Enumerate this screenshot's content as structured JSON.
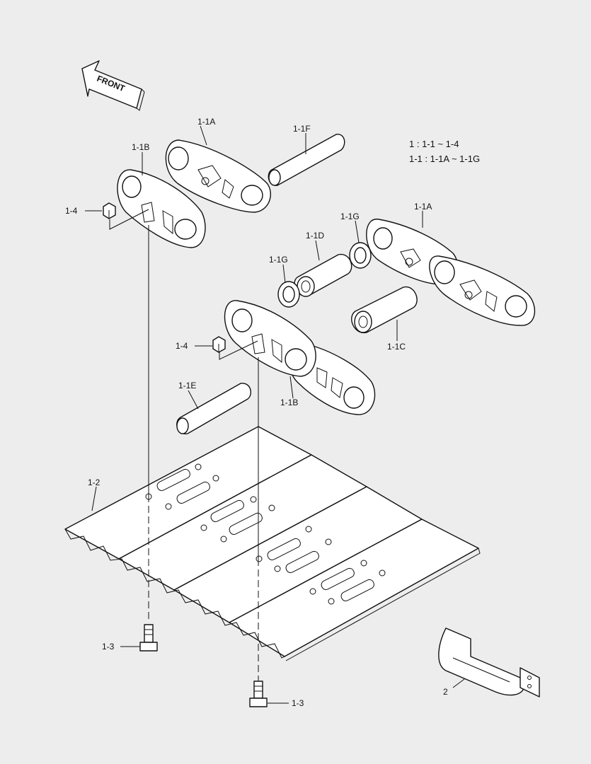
{
  "front_arrow_label": "FRONT",
  "legend": {
    "line1": "1 : 1-1 ~ 1-4",
    "line2": "1-1 : 1-1A ~ 1-1G"
  },
  "callouts": [
    {
      "id": "1-1A-top",
      "label": "1-1A"
    },
    {
      "id": "1-1F",
      "label": "1-1F"
    },
    {
      "id": "1-1B-top",
      "label": "1-1B"
    },
    {
      "id": "1-4-top",
      "label": "1-4"
    },
    {
      "id": "1-1G-a",
      "label": "1-1G"
    },
    {
      "id": "1-1A-mid",
      "label": "1-1A"
    },
    {
      "id": "1-1D",
      "label": "1-1D"
    },
    {
      "id": "1-1G-b",
      "label": "1-1G"
    },
    {
      "id": "1-4-mid",
      "label": "1-4"
    },
    {
      "id": "1-1C",
      "label": "1-1C"
    },
    {
      "id": "1-1E",
      "label": "1-1E"
    },
    {
      "id": "1-1B-mid",
      "label": "1-1B"
    },
    {
      "id": "1-2",
      "label": "1-2"
    },
    {
      "id": "2",
      "label": "2"
    },
    {
      "id": "1-3-left",
      "label": "1-3"
    },
    {
      "id": "1-3-bottom",
      "label": "1-3"
    }
  ]
}
